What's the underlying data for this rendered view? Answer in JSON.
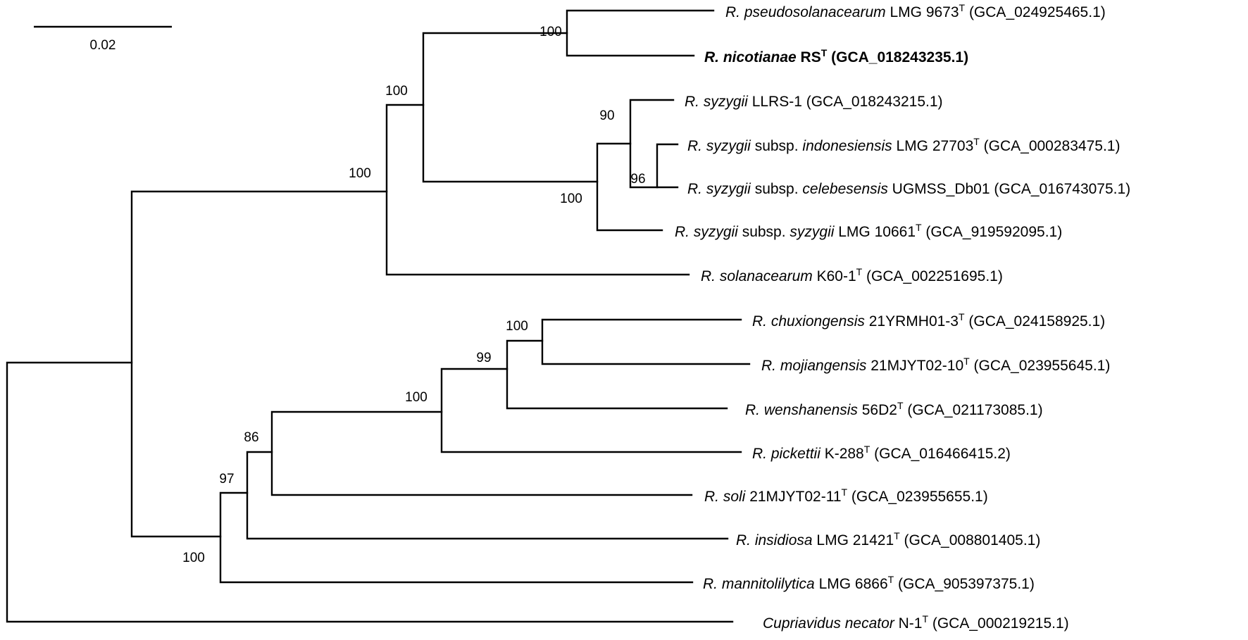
{
  "scale_bar": {
    "label": "0.02"
  },
  "taxa": [
    {
      "id": "t_pseudo",
      "bold": false,
      "parts": [
        {
          "text": "R. pseudosolanacearum",
          "italic": true
        },
        {
          "text": " LMG 9673"
        },
        {
          "text": "T",
          "sup": true
        },
        {
          "text": " (GCA_024925465.1)"
        }
      ]
    },
    {
      "id": "t_nicot",
      "bold": true,
      "parts": [
        {
          "text": "R. nicotianae",
          "italic": true
        },
        {
          "text": " RS"
        },
        {
          "text": "T",
          "sup": true
        },
        {
          "text": " (GCA_018243235.1)"
        }
      ]
    },
    {
      "id": "t_llrs",
      "bold": false,
      "parts": [
        {
          "text": "R. syzygii",
          "italic": true
        },
        {
          "text": " LLRS-1 (GCA_018243215.1)"
        }
      ]
    },
    {
      "id": "t_indo",
      "bold": false,
      "parts": [
        {
          "text": "R. syzygii",
          "italic": true
        },
        {
          "text": " subsp. "
        },
        {
          "text": "indonesiensis",
          "italic": true
        },
        {
          "text": " LMG 27703"
        },
        {
          "text": "T",
          "sup": true
        },
        {
          "text": " (GCA_000283475.1)"
        }
      ]
    },
    {
      "id": "t_celeb",
      "bold": false,
      "parts": [
        {
          "text": "R. syzygii",
          "italic": true
        },
        {
          "text": " subsp. "
        },
        {
          "text": "celebesensis",
          "italic": true
        },
        {
          "text": " UGMSS_Db01 (GCA_016743075.1)"
        }
      ]
    },
    {
      "id": "t_syzsyz",
      "bold": false,
      "parts": [
        {
          "text": "R. syzygii",
          "italic": true
        },
        {
          "text": " subsp. "
        },
        {
          "text": "syzygii",
          "italic": true
        },
        {
          "text": " LMG 10661"
        },
        {
          "text": "T",
          "sup": true
        },
        {
          "text": " (GCA_919592095.1)"
        }
      ]
    },
    {
      "id": "t_solan",
      "bold": false,
      "parts": [
        {
          "text": "R. solanacearum",
          "italic": true
        },
        {
          "text": " K60-1"
        },
        {
          "text": "T",
          "sup": true
        },
        {
          "text": " (GCA_002251695.1)"
        }
      ]
    },
    {
      "id": "t_chux",
      "bold": false,
      "parts": [
        {
          "text": "R. chuxiongensis",
          "italic": true
        },
        {
          "text": " 21YRMH01-3"
        },
        {
          "text": "T",
          "sup": true
        },
        {
          "text": " (GCA_024158925.1)"
        }
      ]
    },
    {
      "id": "t_moji",
      "bold": false,
      "parts": [
        {
          "text": "R. mojiangensis",
          "italic": true
        },
        {
          "text": " 21MJYT02-10"
        },
        {
          "text": "T",
          "sup": true
        },
        {
          "text": " (GCA_023955645.1)"
        }
      ]
    },
    {
      "id": "t_wensh",
      "bold": false,
      "parts": [
        {
          "text": "R. wenshanensis",
          "italic": true
        },
        {
          "text": " 56D2"
        },
        {
          "text": "T",
          "sup": true
        },
        {
          "text": " (GCA_021173085.1)"
        }
      ]
    },
    {
      "id": "t_pick",
      "bold": false,
      "parts": [
        {
          "text": "R. pickettii",
          "italic": true
        },
        {
          "text": " K-288"
        },
        {
          "text": "T",
          "sup": true
        },
        {
          "text": " (GCA_016466415.2)"
        }
      ]
    },
    {
      "id": "t_soli",
      "bold": false,
      "parts": [
        {
          "text": "R. soli",
          "italic": true
        },
        {
          "text": " 21MJYT02-11"
        },
        {
          "text": "T",
          "sup": true
        },
        {
          "text": " (GCA_023955655.1)"
        }
      ]
    },
    {
      "id": "t_insid",
      "bold": false,
      "parts": [
        {
          "text": "R. insidiosa",
          "italic": true
        },
        {
          "text": " LMG 21421"
        },
        {
          "text": "T",
          "sup": true
        },
        {
          "text": " (GCA_008801405.1)"
        }
      ]
    },
    {
      "id": "t_mann",
      "bold": false,
      "parts": [
        {
          "text": "R. mannitolilytica",
          "italic": true
        },
        {
          "text": " LMG 6866"
        },
        {
          "text": "T",
          "sup": true
        },
        {
          "text": " (GCA_905397375.1)"
        }
      ]
    },
    {
      "id": "t_cupri",
      "bold": false,
      "parts": [
        {
          "text": "Cupriavidus necator",
          "italic": true
        },
        {
          "text": " N-1"
        },
        {
          "text": "T",
          "sup": true
        },
        {
          "text": " (GCA_000219215.1)"
        }
      ]
    }
  ],
  "bootstrap": {
    "n_pseudo_nicot": "100",
    "n_upper_a": "100",
    "n_upper": "100",
    "n_syzygii": "100",
    "n_syz_inner": "90",
    "n_indo_celeb": "96",
    "n_chux_moji": "100",
    "n_chux_wensh": "99",
    "n_chux_pick": "100",
    "n_chux_soli": "86",
    "n_chux_insid": "97",
    "n_lower": "100"
  }
}
